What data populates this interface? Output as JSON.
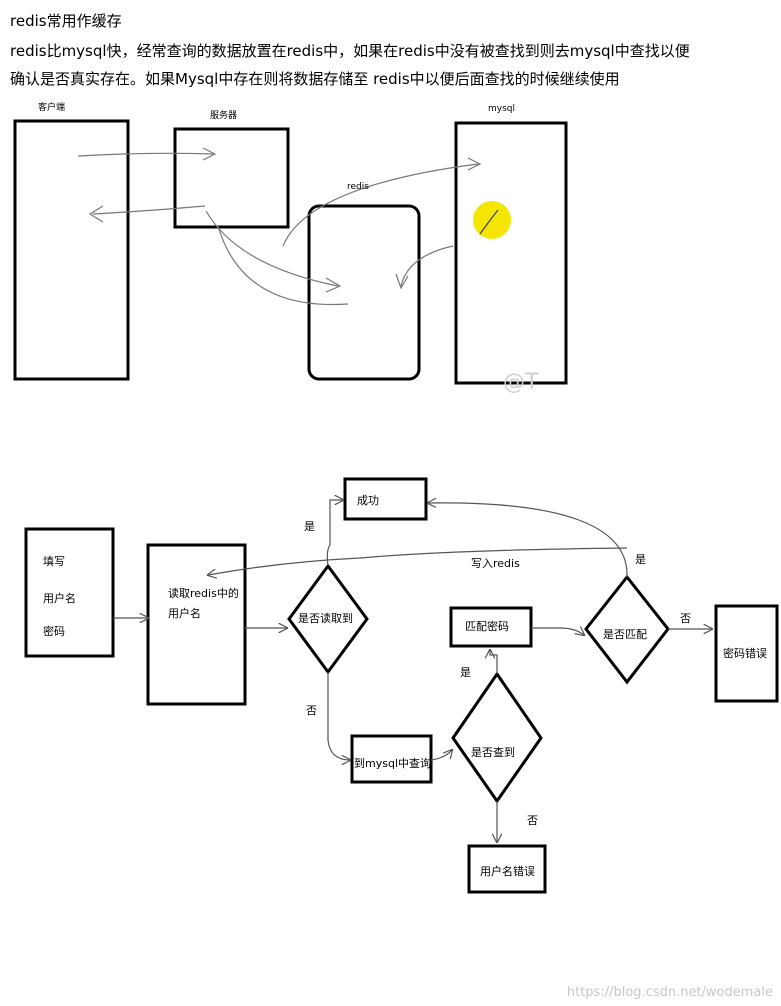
{
  "article": {
    "heading": "redis常用作缓存",
    "para1": "redis比mysql快，经常查询的数据放置在redis中，如果在redis中没有被查找到则去mysql中查找以便",
    "para2": "确认是否真实存在。如果Mysql中存在则将数据存储至 redis中以便后面查找的时候继续使用"
  },
  "sketch": {
    "client": "客户端",
    "server": "服务器",
    "redis": "redis",
    "mysql": "mysql",
    "watermark": "@T"
  },
  "flowchart": {
    "fill_box": [
      "填写",
      "用户名",
      "密码"
    ],
    "read_redis": [
      "读取redis中的",
      "用户名"
    ],
    "read_ok": "是否读取到",
    "success": "成功",
    "yes1": "是",
    "no1": "否",
    "write_redis": "写入redis",
    "query_mysql": "到mysql中查询",
    "found": "是否查到",
    "yes2": "是",
    "no2": "否",
    "user_error": "用户名错误",
    "match_pwd": "匹配密码",
    "is_match": "是否匹配",
    "yes3": "是",
    "no3": "否",
    "pwd_error": "密码错误"
  },
  "footer": {
    "watermark": "https://blog.csdn.net/wodemale"
  },
  "colors": {
    "highlight": "#f5e600",
    "ink": "#000000"
  }
}
